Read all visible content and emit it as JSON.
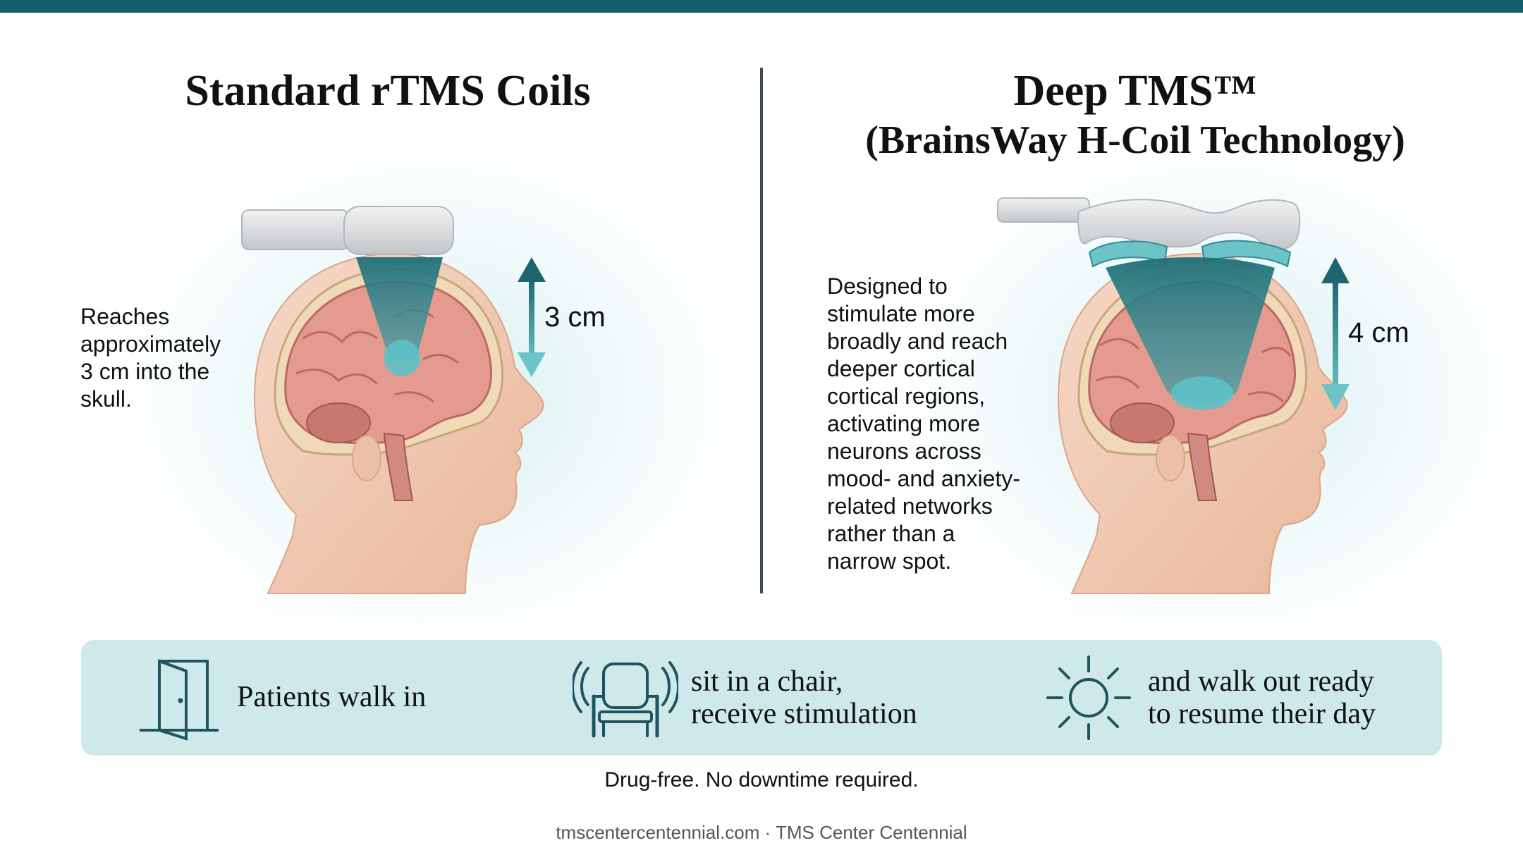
{
  "left_panel": {
    "title": "Standard rTMS Coils",
    "description": "Reaches\napproximately\n3 cm into the\nskull.",
    "depth_label": "3 cm"
  },
  "right_panel": {
    "title": "Deep TMS™",
    "subtitle": "(BrainsWay H-Coil Technology)",
    "description": "Designed to\nstimulate more\nbroadly and reach\ndeeper cortical\ncortical regions,\nactivating more\nneurons across\nmood- and anxiety-\nrelated networks\nrather than a\nnarrow spot.",
    "depth_label": "4 cm"
  },
  "steps": [
    {
      "icon": "door-icon",
      "text": "Patients walk in"
    },
    {
      "icon": "chair-icon",
      "text": "sit in a chair,\nreceive stimulation"
    },
    {
      "icon": "sun-icon",
      "text": "and walk out ready\nto resume their day"
    }
  ],
  "tagline": "Drug-free. No downtime required.",
  "footer": "tmscentercentennial.com · TMS Center Centennial",
  "colors": {
    "accent": "#155e6b",
    "banner": "#cfe9ea",
    "teal": "#2f8c92",
    "brain": "#e59a8f"
  }
}
